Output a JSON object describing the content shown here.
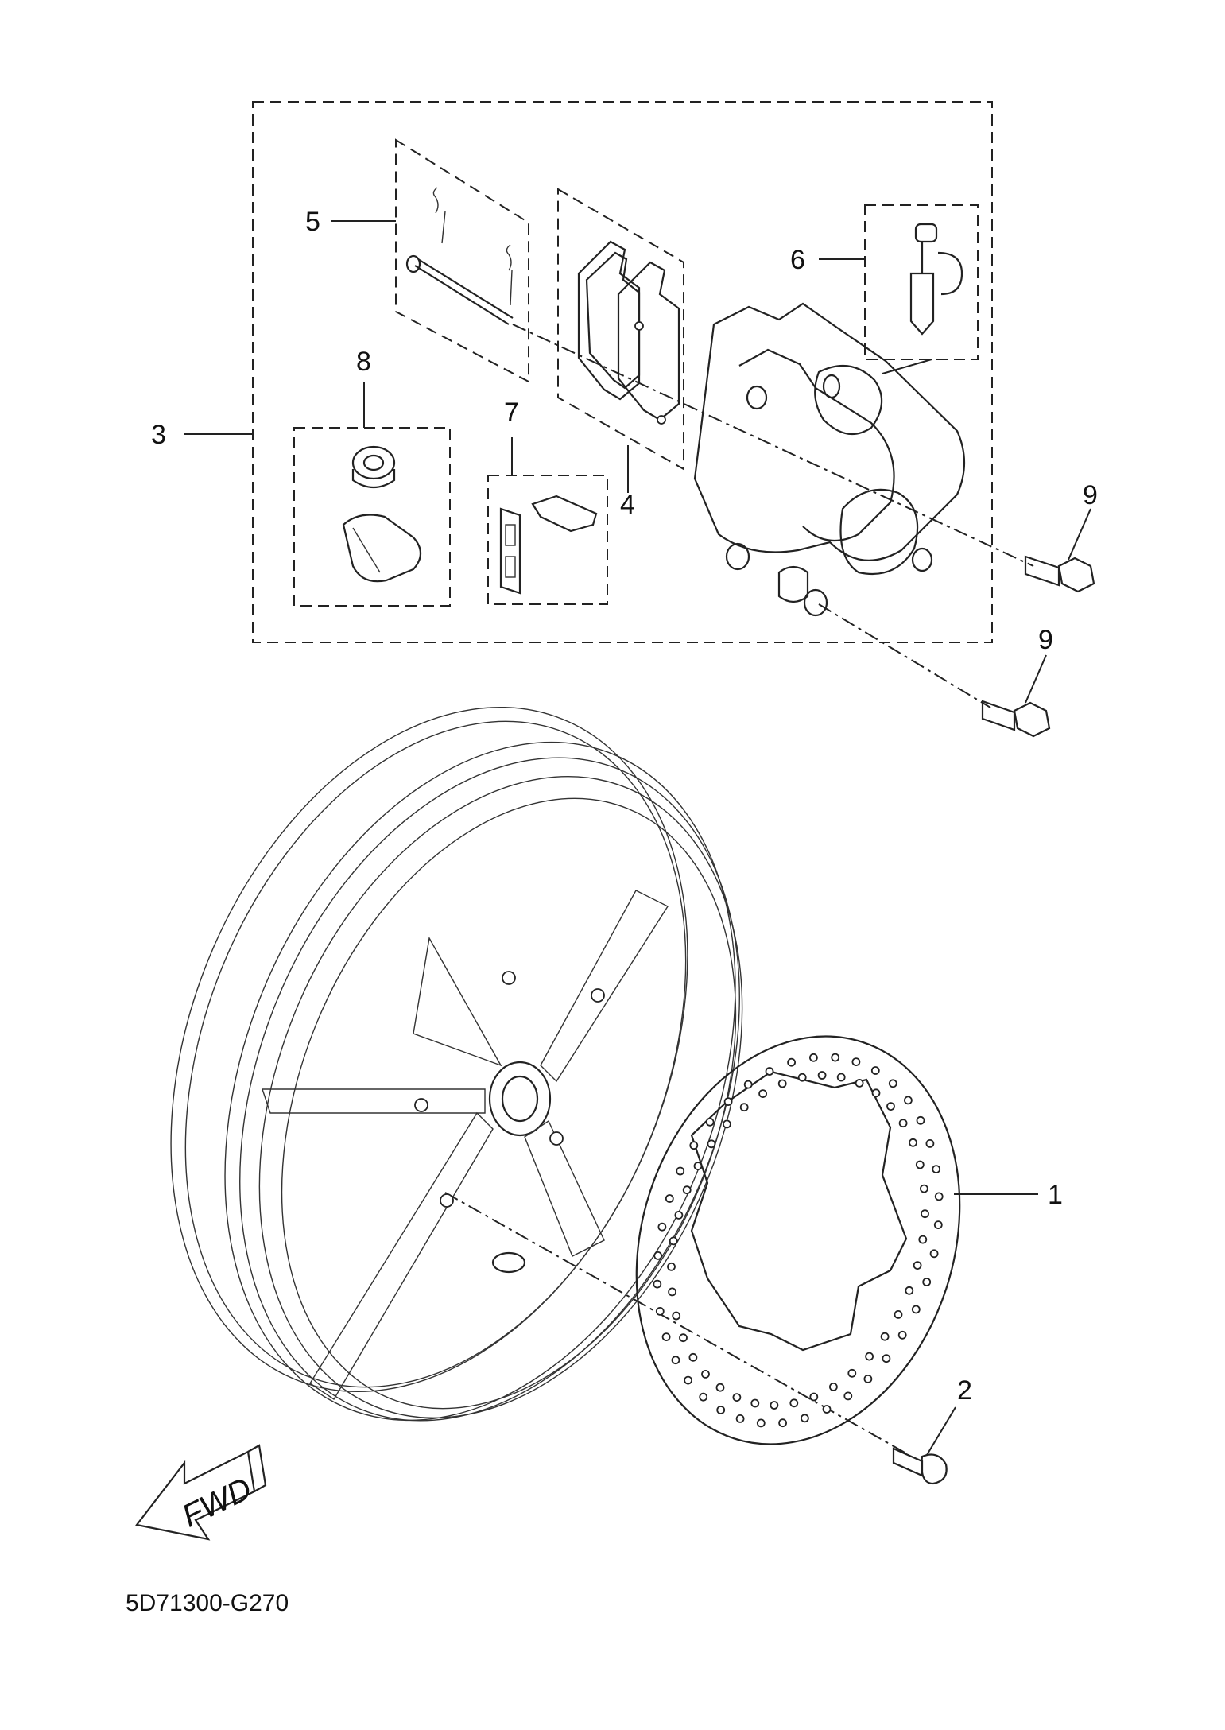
{
  "diagram": {
    "drawing_code": "5D71300-G270",
    "direction_label": "FWD",
    "callouts": [
      "1",
      "2",
      "3",
      "4",
      "5",
      "6",
      "7",
      "8",
      "9",
      "9"
    ]
  }
}
